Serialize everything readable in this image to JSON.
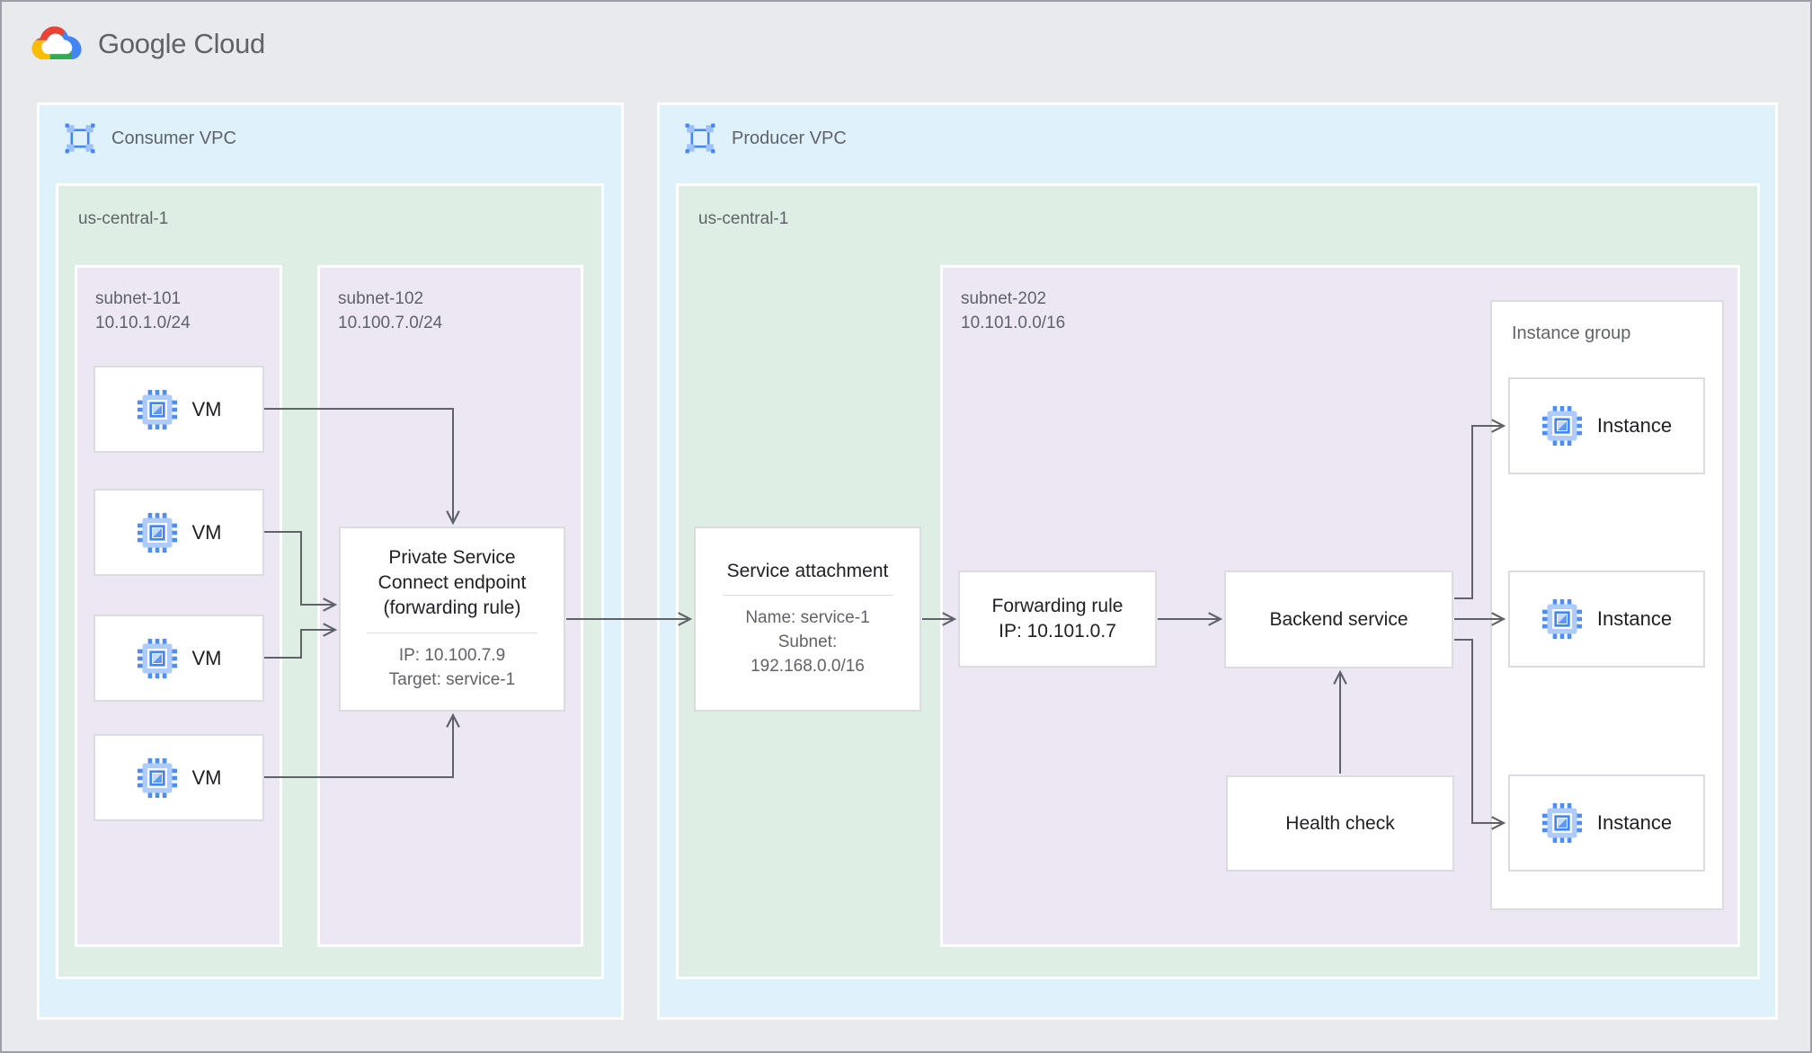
{
  "brand": {
    "logo_text": "Google Cloud"
  },
  "consumer_vpc": {
    "label": "Consumer VPC",
    "region": {
      "label": "us-central-1"
    },
    "subnet101": {
      "name": "subnet-101",
      "cidr": "10.10.1.0/24"
    },
    "vms": [
      "VM",
      "VM",
      "VM",
      "VM"
    ],
    "subnet102": {
      "name": "subnet-102",
      "cidr": "10.100.7.0/24"
    },
    "psc_endpoint": {
      "title_lines": [
        "Private Service",
        "Connect endpoint",
        "(forwarding rule)"
      ],
      "details": [
        "IP: 10.100.7.9",
        "Target: service-1"
      ]
    }
  },
  "producer_vpc": {
    "label": "Producer VPC",
    "region": {
      "label": "us-central-1"
    },
    "service_attachment": {
      "title": "Service attachment",
      "details": [
        "Name: service-1",
        "Subnet:",
        "192.168.0.0/16"
      ]
    },
    "subnet202": {
      "name": "subnet-202",
      "cidr": "10.101.0.0/16"
    },
    "forwarding_rule": {
      "line1": "Forwarding rule",
      "line2": "IP: 10.101.0.7"
    },
    "backend_service": {
      "label": "Backend service"
    },
    "health_check": {
      "label": "Health check"
    },
    "instance_group": {
      "label": "Instance group",
      "instances": [
        "Instance",
        "Instance",
        "Instance"
      ]
    }
  },
  "icons": {
    "google_cloud_logo": "multicolor cloud",
    "vpc_network_icon": "blue square with corner handles",
    "compute_chip_icon": "blue processor chip"
  },
  "colors": {
    "vpc_fill": "#DFF1FB",
    "region_fill": "#DFEEE4",
    "subnet_fill": "#EDE7F4",
    "node_border": "#DADCE0",
    "arrow": "#5F6368",
    "text_primary": "#202124",
    "text_secondary": "#5F6368",
    "google_blue": "#4285F4",
    "google_red": "#EA4335",
    "google_yellow": "#FBBC04",
    "google_green": "#34A853"
  }
}
